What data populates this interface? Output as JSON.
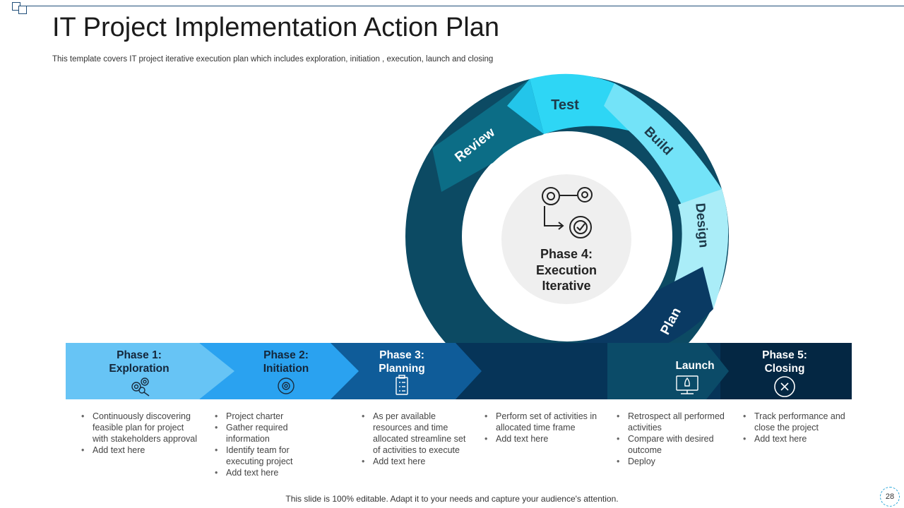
{
  "title": "IT Project Implementation Action Plan",
  "subtitle": "This template covers IT project iterative execution plan which includes exploration, initiation , execution, launch and closing",
  "center": {
    "line1": "Phase 4:",
    "line2": "Execution",
    "line3": "Iterative"
  },
  "cycle": {
    "test": "Test",
    "build": "Build",
    "design": "Design",
    "plan": "Plan",
    "review": "Review"
  },
  "phases": {
    "p1": {
      "line1": "Phase 1:",
      "line2": "Exploration"
    },
    "p2": {
      "line1": "Phase 2:",
      "line2": "Initiation"
    },
    "p3": {
      "line1": "Phase 3:",
      "line2": "Planning"
    },
    "launch": "Launch",
    "p5": {
      "line1": "Phase 5:",
      "line2": "Closing"
    }
  },
  "columns": [
    [
      "Continuously discovering feasible plan for project with stakeholders approval",
      "Add text here"
    ],
    [
      "Project charter",
      "Gather required information",
      "Identify team for executing project",
      "Add text here"
    ],
    [
      "As per available resources and time allocated streamline set of activities to execute",
      "Add text here"
    ],
    [
      "Perform set of activities in allocated time frame",
      "Add text here"
    ],
    [
      "Retrospect all performed activities",
      "Compare with desired outcome",
      "Deploy"
    ],
    [
      "Track performance and close the project",
      "Add text here"
    ]
  ],
  "footer": "This slide is 100% editable. Adapt it to your needs and capture your audience's attention.",
  "page_number": "28",
  "colors": {
    "dark_navy": "#062a47",
    "navy": "#0a3d62",
    "teal_dark": "#0c5a73",
    "blue_mid": "#0e5e9c",
    "cyan": "#2ed6f5",
    "light_cyan": "#6fdff5",
    "pale_cyan": "#a7ecf7",
    "sky": "#67c4f5",
    "bright_blue": "#2aa2f0"
  }
}
